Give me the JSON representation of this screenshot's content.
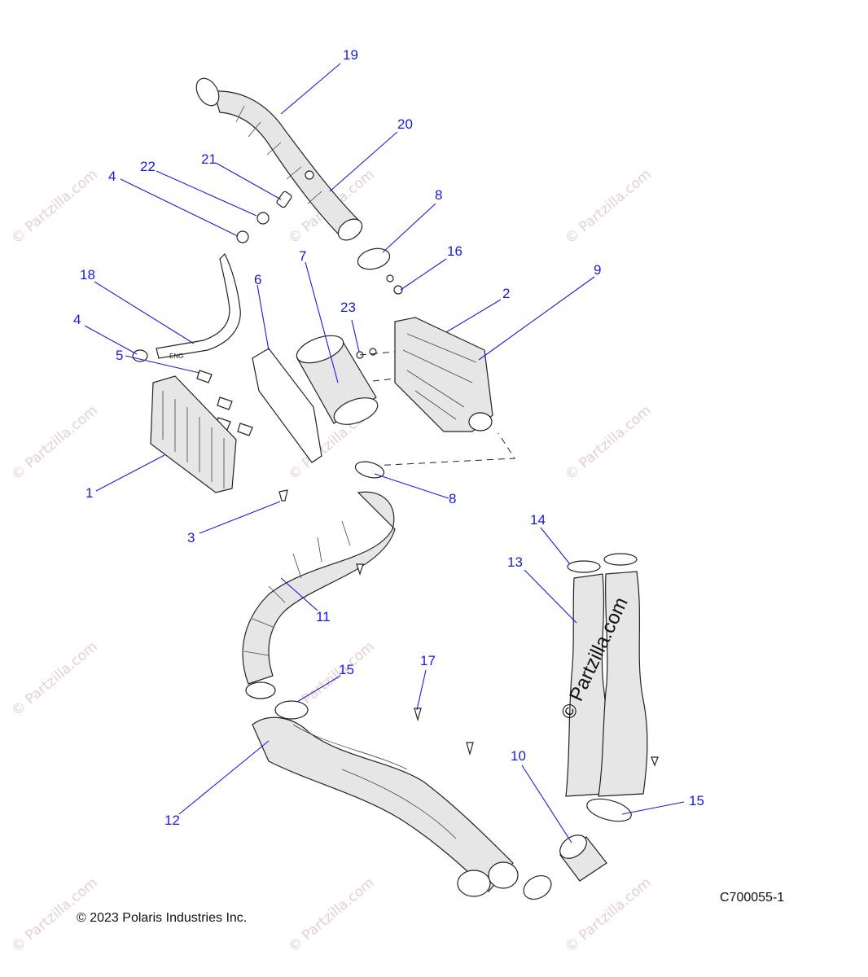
{
  "diagram": {
    "callouts": [
      {
        "id": "c19",
        "label": "19"
      },
      {
        "id": "c20",
        "label": "20"
      },
      {
        "id": "c21",
        "label": "21"
      },
      {
        "id": "c22",
        "label": "22"
      },
      {
        "id": "c4a",
        "label": "4"
      },
      {
        "id": "c8a",
        "label": "8"
      },
      {
        "id": "c16",
        "label": "16"
      },
      {
        "id": "c7",
        "label": "7"
      },
      {
        "id": "c6",
        "label": "6"
      },
      {
        "id": "c18",
        "label": "18"
      },
      {
        "id": "c4b",
        "label": "4"
      },
      {
        "id": "c23",
        "label": "23"
      },
      {
        "id": "c2",
        "label": "2"
      },
      {
        "id": "c9",
        "label": "9"
      },
      {
        "id": "c5",
        "label": "5"
      },
      {
        "id": "c1",
        "label": "1"
      },
      {
        "id": "c8b",
        "label": "8"
      },
      {
        "id": "c3",
        "label": "3"
      },
      {
        "id": "c14",
        "label": "14"
      },
      {
        "id": "c13",
        "label": "13"
      },
      {
        "id": "c11",
        "label": "11"
      },
      {
        "id": "c15a",
        "label": "15"
      },
      {
        "id": "c17",
        "label": "17"
      },
      {
        "id": "c10",
        "label": "10"
      },
      {
        "id": "c15b",
        "label": "15"
      },
      {
        "id": "c12",
        "label": "12"
      }
    ],
    "copyright": "© 2023 Polaris Industries Inc.",
    "figure_id": "C700055-1",
    "watermark": "© Partzilla.com"
  }
}
